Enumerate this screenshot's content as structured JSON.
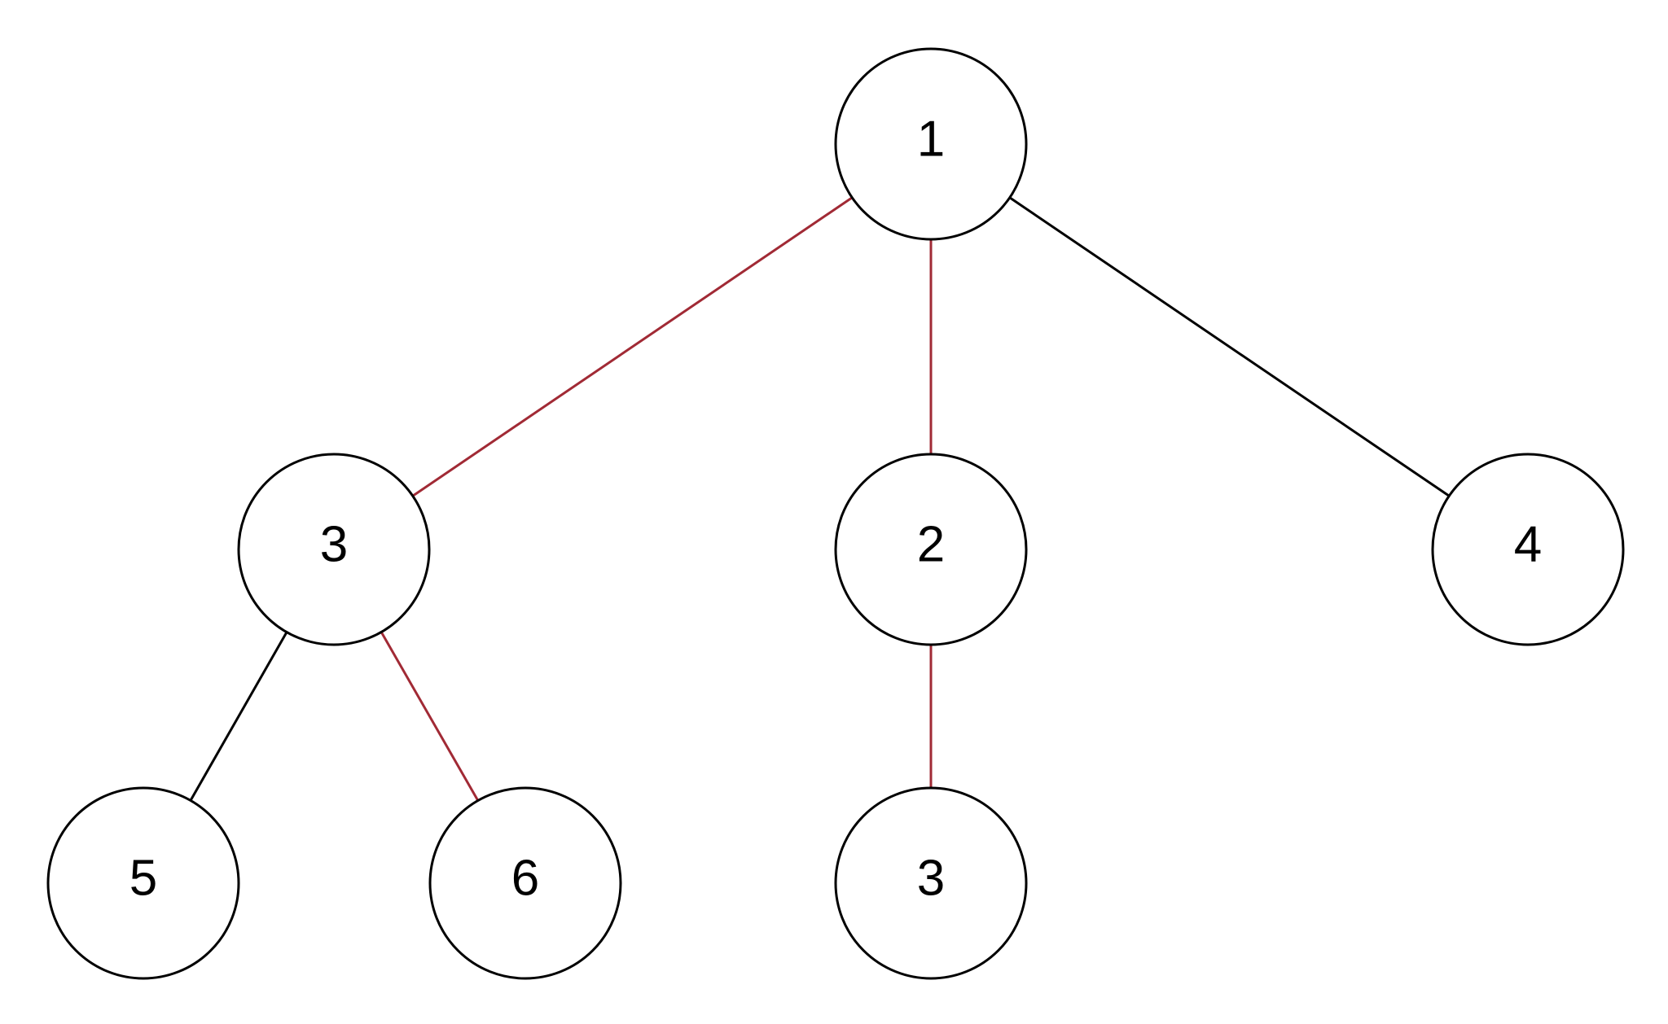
{
  "diagram": {
    "type": "tree",
    "colors": {
      "highlight_edge": "#a12a35",
      "normal_edge": "#000000",
      "node_stroke": "#000000",
      "node_fill": "#ffffff",
      "background": "#ffffff"
    },
    "nodes": [
      {
        "id": "root",
        "label": "1"
      },
      {
        "id": "left",
        "label": "3"
      },
      {
        "id": "middle",
        "label": "2"
      },
      {
        "id": "right",
        "label": "4"
      },
      {
        "id": "left-left",
        "label": "5"
      },
      {
        "id": "left-right",
        "label": "6"
      },
      {
        "id": "middle-child",
        "label": "3"
      }
    ],
    "edges": [
      {
        "from": "root",
        "to": "left",
        "highlighted": true
      },
      {
        "from": "root",
        "to": "middle",
        "highlighted": true
      },
      {
        "from": "root",
        "to": "right",
        "highlighted": false
      },
      {
        "from": "left",
        "to": "left-left",
        "highlighted": false
      },
      {
        "from": "left",
        "to": "left-right",
        "highlighted": true
      },
      {
        "from": "middle",
        "to": "middle-child",
        "highlighted": true
      }
    ]
  }
}
